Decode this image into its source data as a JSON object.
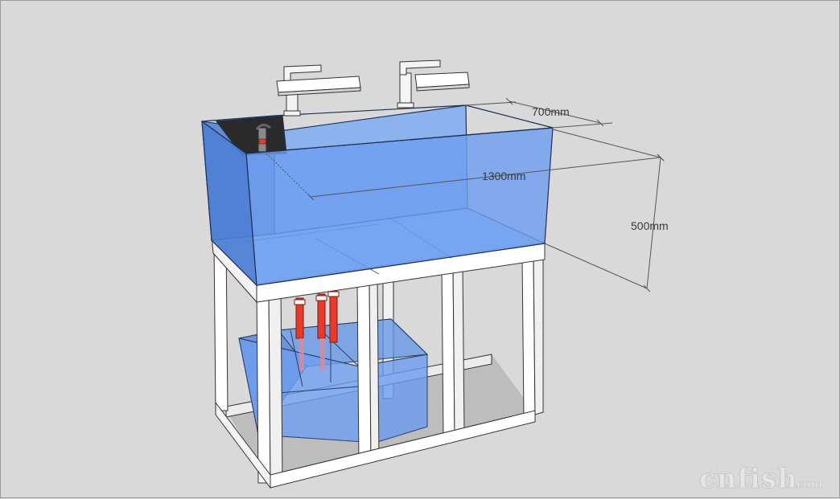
{
  "dimensions": {
    "depth_label": "700mm",
    "length_label": "1300mm",
    "height_label": "500mm"
  },
  "watermark": {
    "main": "cnfish",
    "suffix": ".com"
  },
  "colors": {
    "background": "#d9d9d9",
    "glass_front": "#6e9ff0",
    "glass_side": "#5a86d6",
    "glass_back": "#7fabf2",
    "stand": "#ffffff",
    "pipe": "#e8392a",
    "overflow_box": "#2a2a2a"
  }
}
